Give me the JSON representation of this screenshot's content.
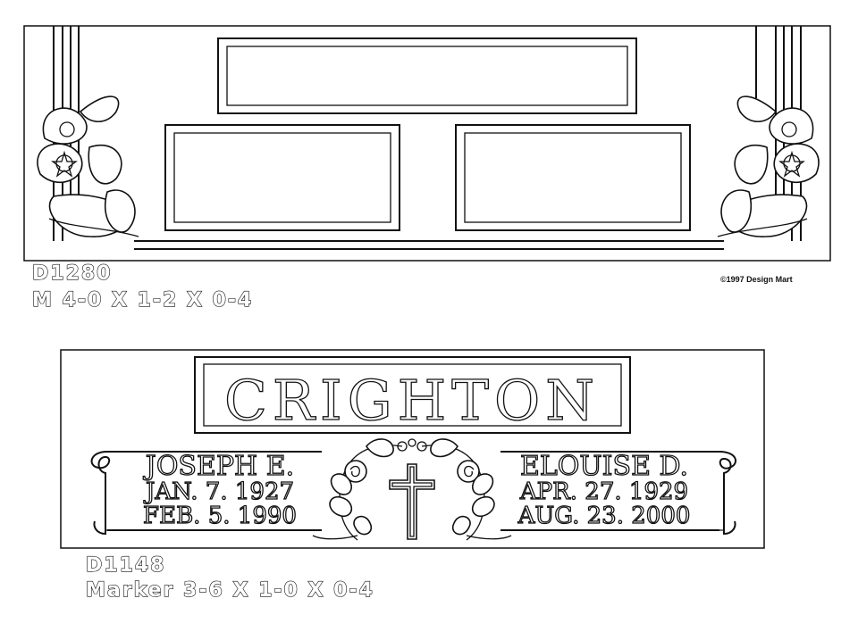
{
  "top_design": {
    "code": "D1280",
    "size": "M 4-0 X 1-2 X 0-4",
    "copyright": "©1997 Design Mart"
  },
  "bottom_design": {
    "code": "D1148",
    "size": "Marker 3-6 X 1-0 X 0-4",
    "family_name": "CRIGHTON",
    "left_person": {
      "name": "JOSEPH E.",
      "born": "JAN. 7. 1927",
      "died": "FEB. 5. 1990"
    },
    "right_person": {
      "name": "ELOUISE D.",
      "born": "APR. 27. 1929",
      "died": "AUG. 23. 2000"
    }
  },
  "icons": [
    "morning-glory-flower-icon",
    "cross-icon",
    "rose-icon",
    "scroll-icon"
  ]
}
